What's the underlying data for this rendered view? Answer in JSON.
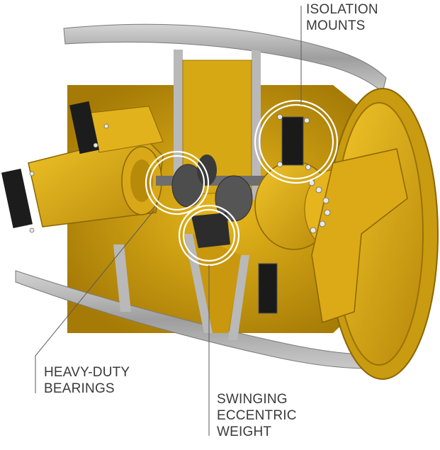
{
  "callouts": {
    "isolation_mounts": [
      "ISOLATION",
      "MOUNTS"
    ],
    "bearings": [
      "HEAVY-DUTY",
      "BEARINGS"
    ],
    "eccentric_weight": [
      "SWINGING",
      "ECCENTRIC",
      "WEIGHT"
    ]
  },
  "colors": {
    "housing_yellow": "#e3b21a",
    "housing_shadow": "#a97d08",
    "shell_grey": "#a8a8a8",
    "mount_black": "#1c1c1c",
    "leader_grey": "#5a5a5a"
  }
}
